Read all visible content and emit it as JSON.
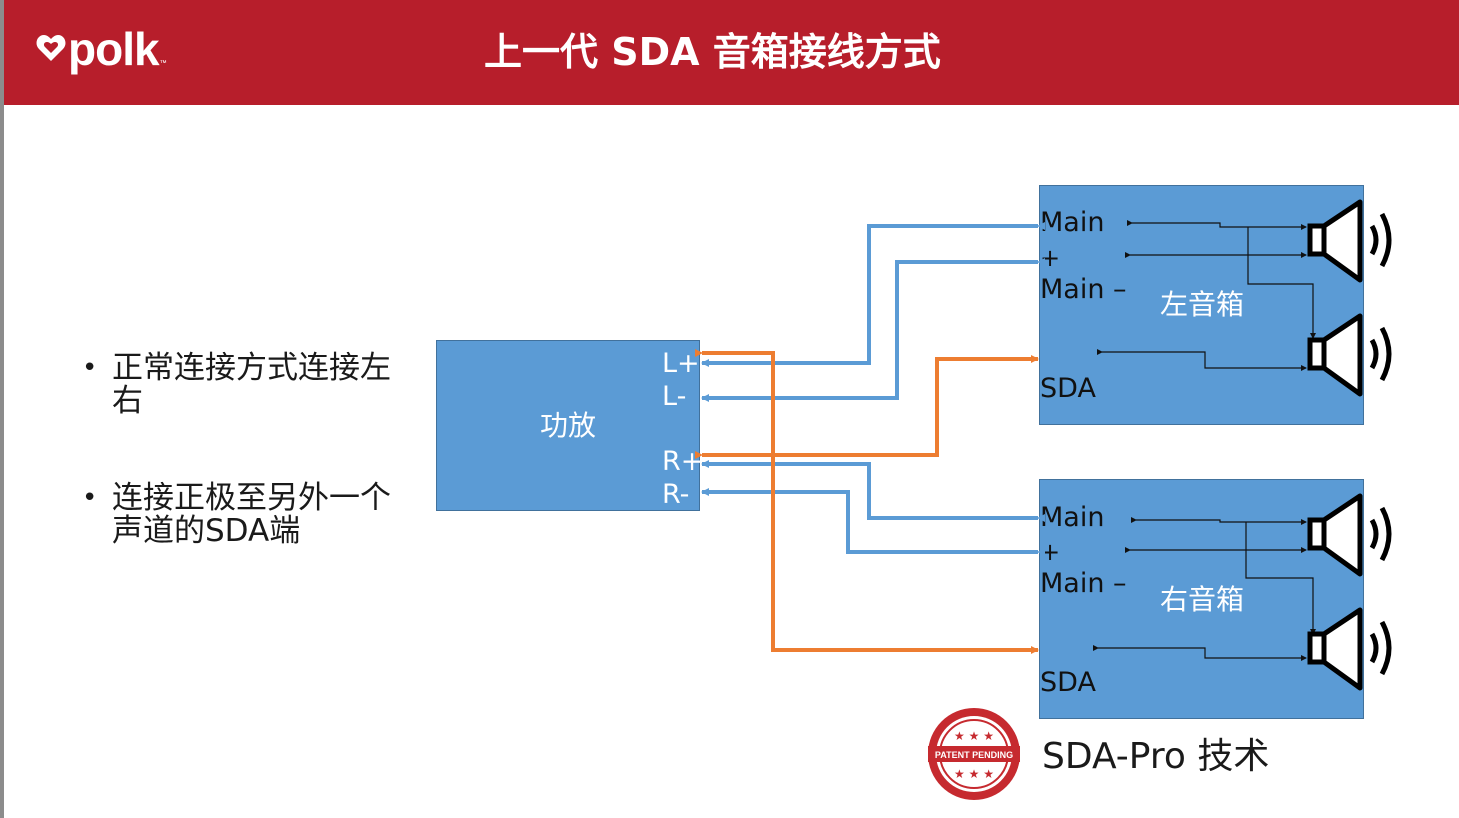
{
  "header": {
    "logo_text": "polk",
    "title": "上一代 SDA 音箱接线方式"
  },
  "bullets": [
    "正常连接方式连接左右",
    "连接正极至另外一个声道的SDA端"
  ],
  "amplifier": {
    "label": "功放",
    "terminals": [
      "L+",
      "L-",
      "R+",
      "R-"
    ]
  },
  "speaker_left": {
    "label": "左音箱",
    "main_plus_1": "Main",
    "main_plus_2": "+",
    "main_minus": "Main –",
    "sda": "SDA"
  },
  "speaker_right": {
    "label": "右音箱",
    "main_plus_1": "Main",
    "main_plus_2": "+",
    "main_minus": "Main –",
    "sda": "SDA"
  },
  "badge": {
    "text": "PATENT PENDING"
  },
  "footer": {
    "tech_label": "SDA-Pro 技术"
  },
  "colors": {
    "header_red": "#b71e2b",
    "box_blue": "#5b9bd5",
    "wire_blue": "#5b9bd5",
    "wire_orange": "#ed7d31"
  }
}
